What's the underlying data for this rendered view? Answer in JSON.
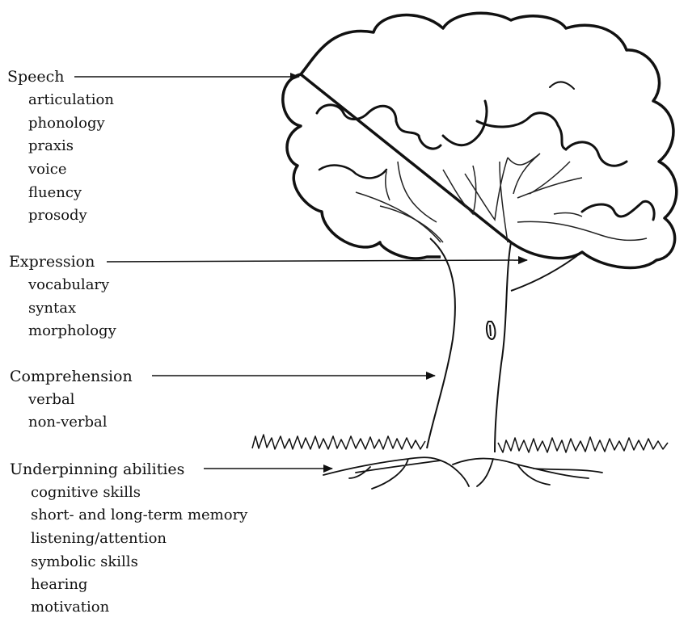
{
  "groups": [
    {
      "heading": "Speech",
      "items": [
        "articulation",
        "phonology",
        "praxis",
        "voice",
        "fluency",
        "prosody"
      ]
    },
    {
      "heading": "Expression",
      "items": [
        "vocabulary",
        "syntax",
        "morphology"
      ]
    },
    {
      "heading": "Comprehension",
      "items": [
        "verbal",
        "non-verbal"
      ]
    },
    {
      "heading": "Underpinning abilities",
      "items": [
        "cognitive skills",
        "short- and long-term memory",
        "listening/attention",
        "symbolic skills",
        "hearing",
        "motivation"
      ]
    }
  ]
}
